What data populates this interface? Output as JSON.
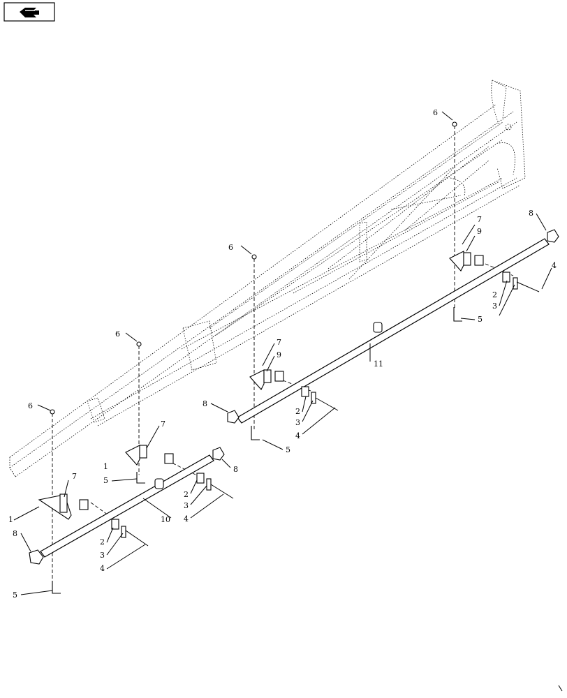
{
  "nav_icon": {
    "name": "forward-arrow-icon"
  },
  "callouts": {
    "c1a": "1",
    "c1b": "1",
    "c2a": "2",
    "c2b": "2",
    "c2c": "2",
    "c2d": "2",
    "c3a": "3",
    "c3b": "3",
    "c3c": "3",
    "c3d": "3",
    "c4a": "4",
    "c4b": "4",
    "c4c": "4",
    "c4d": "4",
    "c5a": "5",
    "c5b": "5",
    "c5c": "5",
    "c5d": "5",
    "c6a": "6",
    "c6b": "6",
    "c6c": "6",
    "c6d": "6",
    "c7a": "7",
    "c7b": "7",
    "c7c": "7",
    "c7d": "7",
    "c8a": "8",
    "c8b": "8",
    "c8c": "8",
    "c8d": "8",
    "c9a": "9",
    "c9b": "9",
    "c10": "10",
    "c11": "11"
  }
}
